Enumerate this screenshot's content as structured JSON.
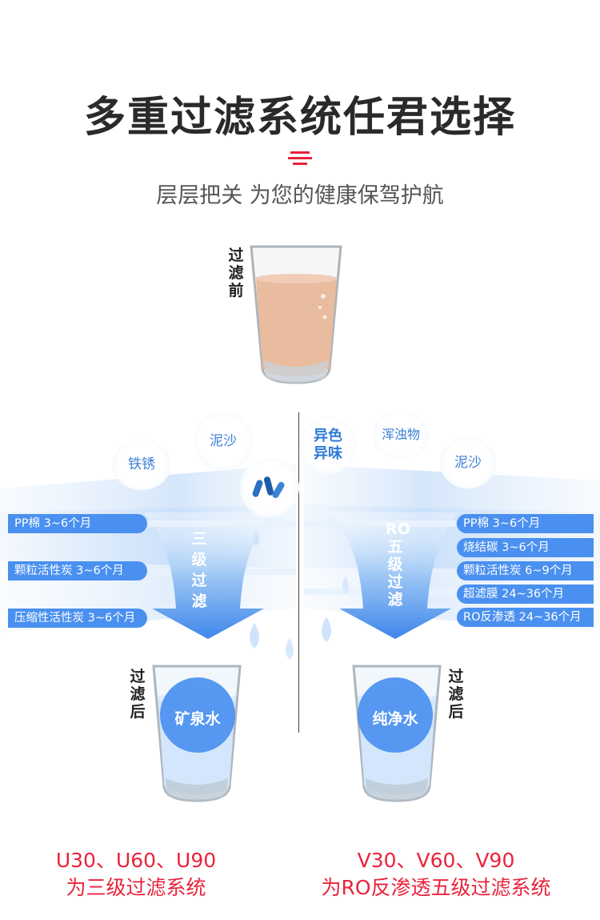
{
  "header": {
    "title": "多重过滤系统任君选择",
    "subtitle": "层层把关 为您的健康保驾护航",
    "accent_color": "#e8243c"
  },
  "before": {
    "label": "过滤前"
  },
  "impurities_left": [
    "铁锈",
    "泥沙"
  ],
  "impurities_right": [
    "异色异味",
    "浑浊物",
    "泥沙"
  ],
  "left_system": {
    "stages": [
      "PP棉 3~6个月",
      "颗粒活性炭 3~6个月",
      "压缩性活性炭 3~6个月"
    ],
    "arrow_label": "三级过滤",
    "after_label": "过滤后",
    "water_label": "矿泉水",
    "models": "U30、U60、U90",
    "description": "为三级过滤系统"
  },
  "right_system": {
    "stages": [
      "PP棉 3~6个月",
      "烧结碳 3~6个月",
      "颗粒活性炭 6~9个月",
      "超滤膜 24~36个月",
      "RO反渗透 24~36个月"
    ],
    "arrow_label": "RO五级过滤",
    "after_label": "过滤后",
    "water_label": "纯净水",
    "models": "V30、V60、V90",
    "description": "为RO反渗透五级过滤系统"
  },
  "colors": {
    "blue": "#4a90f0",
    "light_blue": "#d7e8fb",
    "juice": "#e8b89a"
  }
}
